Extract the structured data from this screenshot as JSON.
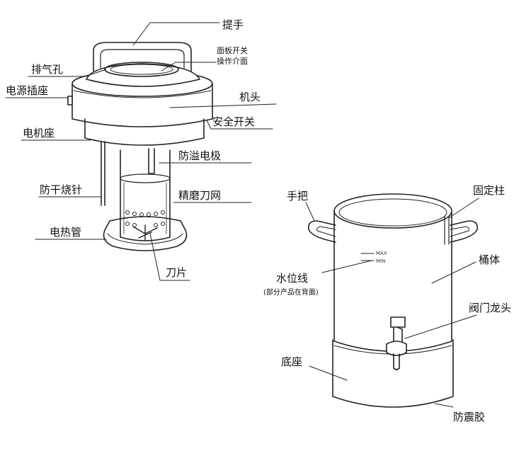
{
  "left_device": {
    "handle": "提手",
    "panel_line1": "面板开关",
    "panel_line2": "操作介面",
    "vent": "排气孔",
    "power_socket": "电源插座",
    "head": "机头",
    "safety_switch": "安全开关",
    "motor_base": "电机座",
    "overflow_electrode": "防溢电极",
    "dry_burn_needle": "防干烧针",
    "fine_mesh": "精磨刀网",
    "heating_tube": "电热管",
    "blade": "刀片"
  },
  "right_device": {
    "handle": "手把",
    "fixed_post": "固定柱",
    "body": "桶体",
    "water_level": "水位线",
    "water_level_note": "(部分产品在背面)",
    "max_mark": "MAX",
    "min_mark": "MIN",
    "valve_tap": "阀门龙头",
    "base": "底座",
    "anti_shock_rubber": "防震胶"
  },
  "colors": {
    "ink": "#111111",
    "line": "#222222",
    "fill": "#ffffff"
  }
}
